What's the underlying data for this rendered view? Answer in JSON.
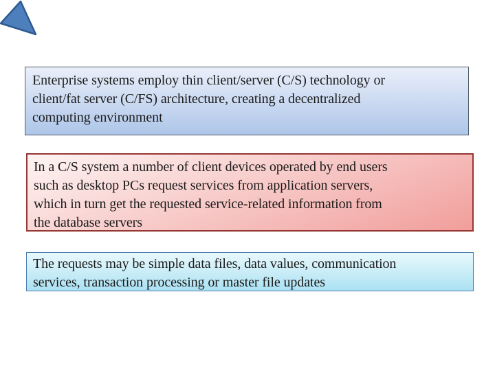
{
  "slide": {
    "type": "presentation-slide",
    "background_color": "#ffffff",
    "text_color": "#1b1b1b",
    "triangle_decoration": {
      "fill": "#4E7FBD",
      "stroke": "#2E5A8F"
    },
    "boxes": [
      {
        "id": "enterprise-definition",
        "text": "Enterprise systems employ thin client/server (C/S) technology or\nclient/fat server (C/FS) architecture, creating a decentralized\ncomputing environment",
        "fill_top": "#EAEFFA",
        "fill_bottom": "#AEC6E9",
        "border_color": "#4E5D68",
        "gradient_angle": "180deg"
      },
      {
        "id": "cs-system-description",
        "text": "In a C/S system a number of client devices operated by end users\nsuch as desktop PCs request services from application servers,\nwhich in turn get the requested service-related information from\nthe database servers",
        "fill_top": "#FDF4F3",
        "fill_bottom": "#F19E9B",
        "border_color": "#953734",
        "gradient_angle": "160deg"
      },
      {
        "id": "requests-description",
        "text": "The requests may be simple data files, data values, communication\nservices, transaction processing or master file updates",
        "fill_top": "#E9F9FD",
        "fill_bottom": "#ABE1F2",
        "border_color": "#4C7CB0",
        "gradient_angle": "180deg"
      }
    ]
  }
}
